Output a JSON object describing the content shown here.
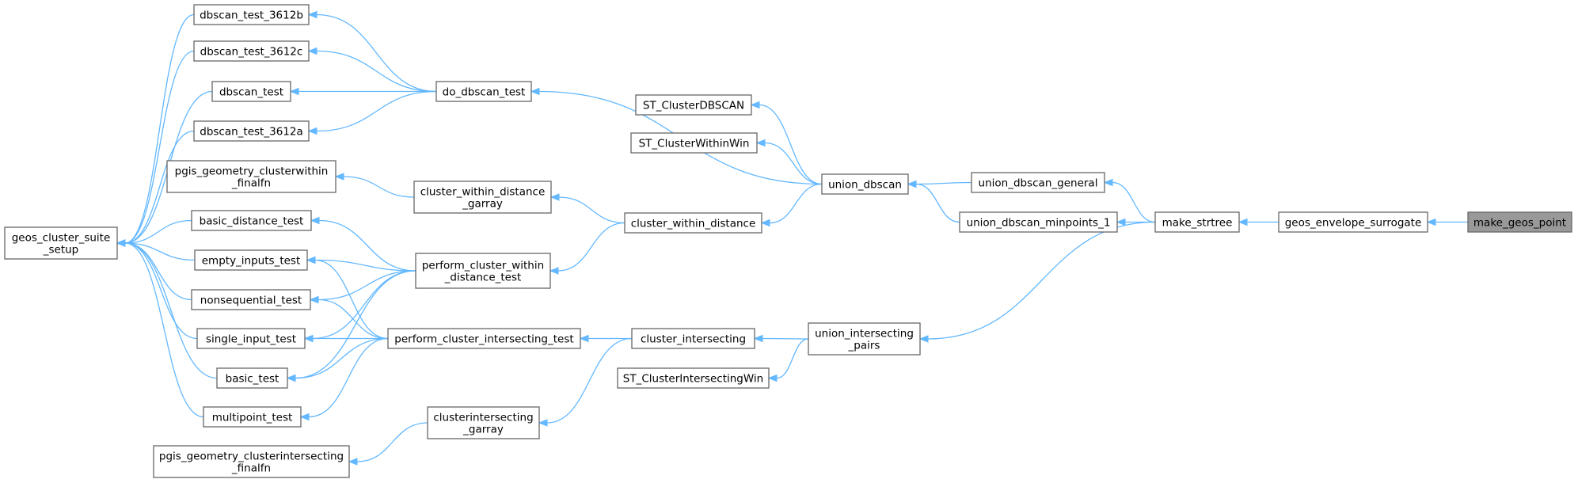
{
  "graph": {
    "nodes": [
      {
        "id": "make_geos_point",
        "lines": [
          "make_geos_point"
        ],
        "highlight": true
      },
      {
        "id": "geos_envelope_surrogate",
        "lines": [
          "geos_envelope_surrogate"
        ]
      },
      {
        "id": "make_strtree",
        "lines": [
          "make_strtree"
        ]
      },
      {
        "id": "union_dbscan_general",
        "lines": [
          "union_dbscan_general"
        ]
      },
      {
        "id": "union_dbscan_minpoints_1",
        "lines": [
          "union_dbscan_minpoints_1"
        ]
      },
      {
        "id": "union_intersecting_pairs",
        "lines": [
          "union_intersecting",
          "_pairs"
        ]
      },
      {
        "id": "union_dbscan",
        "lines": [
          "union_dbscan"
        ]
      },
      {
        "id": "ST_ClusterDBSCAN",
        "lines": [
          "ST_ClusterDBSCAN"
        ]
      },
      {
        "id": "ST_ClusterWithinWin",
        "lines": [
          "ST_ClusterWithinWin"
        ]
      },
      {
        "id": "do_dbscan_test",
        "lines": [
          "do_dbscan_test"
        ]
      },
      {
        "id": "cluster_within_distance",
        "lines": [
          "cluster_within_distance"
        ]
      },
      {
        "id": "cluster_intersecting",
        "lines": [
          "cluster_intersecting"
        ]
      },
      {
        "id": "ST_ClusterIntersectingWin",
        "lines": [
          "ST_ClusterIntersectingWin"
        ]
      },
      {
        "id": "cluster_within_distance_garray",
        "lines": [
          "cluster_within_distance",
          "_garray"
        ]
      },
      {
        "id": "perform_cluster_within_distance_test",
        "lines": [
          "perform_cluster_within",
          "_distance_test"
        ]
      },
      {
        "id": "perform_cluster_intersecting_test",
        "lines": [
          "perform_cluster_intersecting_test"
        ]
      },
      {
        "id": "clusterintersecting_garray",
        "lines": [
          "clusterintersecting",
          "_garray"
        ]
      },
      {
        "id": "pgis_geometry_clusterwithin_finalfn",
        "lines": [
          "pgis_geometry_clusterwithin",
          "_finalfn"
        ]
      },
      {
        "id": "pgis_geometry_clusterintersecting_finalfn",
        "lines": [
          "pgis_geometry_clusterintersecting",
          "_finalfn"
        ]
      },
      {
        "id": "dbscan_test_3612b",
        "lines": [
          "dbscan_test_3612b"
        ]
      },
      {
        "id": "dbscan_test_3612c",
        "lines": [
          "dbscan_test_3612c"
        ]
      },
      {
        "id": "dbscan_test",
        "lines": [
          "dbscan_test"
        ]
      },
      {
        "id": "dbscan_test_3612a",
        "lines": [
          "dbscan_test_3612a"
        ]
      },
      {
        "id": "basic_distance_test",
        "lines": [
          "basic_distance_test"
        ]
      },
      {
        "id": "empty_inputs_test",
        "lines": [
          "empty_inputs_test"
        ]
      },
      {
        "id": "nonsequential_test",
        "lines": [
          "nonsequential_test"
        ]
      },
      {
        "id": "single_input_test",
        "lines": [
          "single_input_test"
        ]
      },
      {
        "id": "basic_test",
        "lines": [
          "basic_test"
        ]
      },
      {
        "id": "multipoint_test",
        "lines": [
          "multipoint_test"
        ]
      },
      {
        "id": "geos_cluster_suite_setup",
        "lines": [
          "geos_cluster_suite",
          "_setup"
        ]
      }
    ],
    "edges": [
      {
        "from": "geos_envelope_surrogate",
        "to": "make_geos_point"
      },
      {
        "from": "make_strtree",
        "to": "geos_envelope_surrogate"
      },
      {
        "from": "union_dbscan_general",
        "to": "make_strtree"
      },
      {
        "from": "union_dbscan_minpoints_1",
        "to": "make_strtree"
      },
      {
        "from": "union_intersecting_pairs",
        "to": "make_strtree"
      },
      {
        "from": "union_dbscan",
        "to": "union_dbscan_general"
      },
      {
        "from": "union_dbscan",
        "to": "union_dbscan_minpoints_1"
      },
      {
        "from": "ST_ClusterDBSCAN",
        "to": "union_dbscan"
      },
      {
        "from": "ST_ClusterWithinWin",
        "to": "union_dbscan"
      },
      {
        "from": "do_dbscan_test",
        "to": "union_dbscan"
      },
      {
        "from": "cluster_within_distance",
        "to": "union_dbscan"
      },
      {
        "from": "cluster_intersecting",
        "to": "union_intersecting_pairs"
      },
      {
        "from": "ST_ClusterIntersectingWin",
        "to": "union_intersecting_pairs"
      },
      {
        "from": "cluster_within_distance_garray",
        "to": "cluster_within_distance"
      },
      {
        "from": "perform_cluster_within_distance_test",
        "to": "cluster_within_distance"
      },
      {
        "from": "perform_cluster_intersecting_test",
        "to": "cluster_intersecting"
      },
      {
        "from": "clusterintersecting_garray",
        "to": "cluster_intersecting"
      },
      {
        "from": "pgis_geometry_clusterwithin_finalfn",
        "to": "cluster_within_distance_garray"
      },
      {
        "from": "pgis_geometry_clusterintersecting_finalfn",
        "to": "clusterintersecting_garray"
      },
      {
        "from": "dbscan_test_3612b",
        "to": "do_dbscan_test"
      },
      {
        "from": "dbscan_test_3612c",
        "to": "do_dbscan_test"
      },
      {
        "from": "dbscan_test",
        "to": "do_dbscan_test"
      },
      {
        "from": "dbscan_test_3612a",
        "to": "do_dbscan_test"
      },
      {
        "from": "basic_distance_test",
        "to": "perform_cluster_within_distance_test"
      },
      {
        "from": "empty_inputs_test",
        "to": "perform_cluster_within_distance_test"
      },
      {
        "from": "nonsequential_test",
        "to": "perform_cluster_within_distance_test"
      },
      {
        "from": "single_input_test",
        "to": "perform_cluster_within_distance_test"
      },
      {
        "from": "basic_test",
        "to": "perform_cluster_within_distance_test"
      },
      {
        "from": "empty_inputs_test",
        "to": "perform_cluster_intersecting_test"
      },
      {
        "from": "nonsequential_test",
        "to": "perform_cluster_intersecting_test"
      },
      {
        "from": "single_input_test",
        "to": "perform_cluster_intersecting_test"
      },
      {
        "from": "basic_test",
        "to": "perform_cluster_intersecting_test"
      },
      {
        "from": "multipoint_test",
        "to": "perform_cluster_intersecting_test"
      },
      {
        "from": "geos_cluster_suite_setup",
        "to": "dbscan_test_3612b"
      },
      {
        "from": "geos_cluster_suite_setup",
        "to": "dbscan_test_3612c"
      },
      {
        "from": "geos_cluster_suite_setup",
        "to": "dbscan_test"
      },
      {
        "from": "geos_cluster_suite_setup",
        "to": "dbscan_test_3612a"
      },
      {
        "from": "geos_cluster_suite_setup",
        "to": "basic_distance_test"
      },
      {
        "from": "geos_cluster_suite_setup",
        "to": "empty_inputs_test"
      },
      {
        "from": "geos_cluster_suite_setup",
        "to": "nonsequential_test"
      },
      {
        "from": "geos_cluster_suite_setup",
        "to": "single_input_test"
      },
      {
        "from": "geos_cluster_suite_setup",
        "to": "basic_test"
      },
      {
        "from": "geos_cluster_suite_setup",
        "to": "multipoint_test"
      }
    ]
  }
}
